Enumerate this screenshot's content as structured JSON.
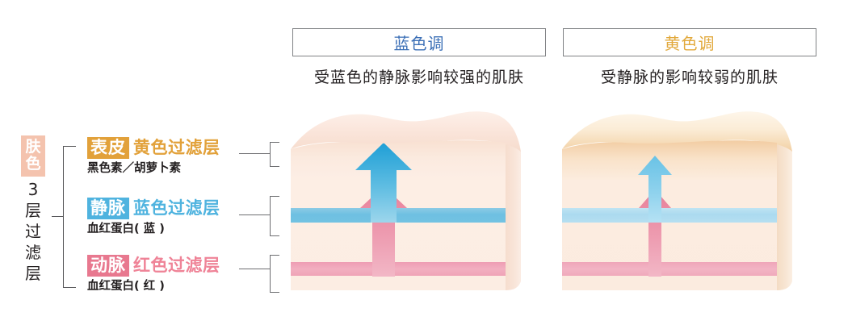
{
  "legend": {
    "skin_tone_label": "肤色",
    "skin_tone_chars": [
      "肤",
      "色"
    ],
    "three_layer_chars": [
      "3",
      "层",
      "过",
      "滤",
      "层"
    ],
    "three_layer_label": "3层过滤层",
    "rows": [
      {
        "tag": "表皮",
        "title": "黄色过滤层",
        "subtitle": "黑色素／胡萝卜素",
        "tag_color": "#E2A13A",
        "title_color": "#E2A13A"
      },
      {
        "tag": "静脉",
        "title": "蓝色过滤层",
        "subtitle": "血红蛋白( 蓝 )",
        "tag_color": "#4FB3DF",
        "title_color": "#4FB3DF"
      },
      {
        "tag": "动脉",
        "title": "红色过滤层",
        "subtitle": "血红蛋白( 红 )",
        "tag_color": "#E8788F",
        "title_color": "#EF8397"
      }
    ]
  },
  "panels": [
    {
      "header": "蓝色调",
      "header_color": "#3B6FB6",
      "caption": "受蓝色的静脉影响较强的肌肤",
      "epidermis_color": "#F7E0D2",
      "vein_band_color": "#6FC0E0",
      "artery_band_color": "#EE9FB4",
      "blue_arrow_color": "#2CA6DA",
      "pink_arrow_color": "#E8879E",
      "arrow_size": "large"
    },
    {
      "header": "黄色调",
      "header_color": "#E2A93C",
      "caption": "受静脉的影响较弱的肌肤",
      "epidermis_color": "#F0C89A",
      "vein_band_color": "#AEDCF0",
      "artery_band_color": "#EFA8BB",
      "blue_arrow_color": "#77C8E8",
      "pink_arrow_color": "#E8879E",
      "arrow_size": "small"
    }
  ],
  "colors": {
    "skin_tone_badge_bg": "#F4C3AE",
    "bracket_stroke": "#6d6e71",
    "header_border": "#808285",
    "text": "#231f20"
  }
}
